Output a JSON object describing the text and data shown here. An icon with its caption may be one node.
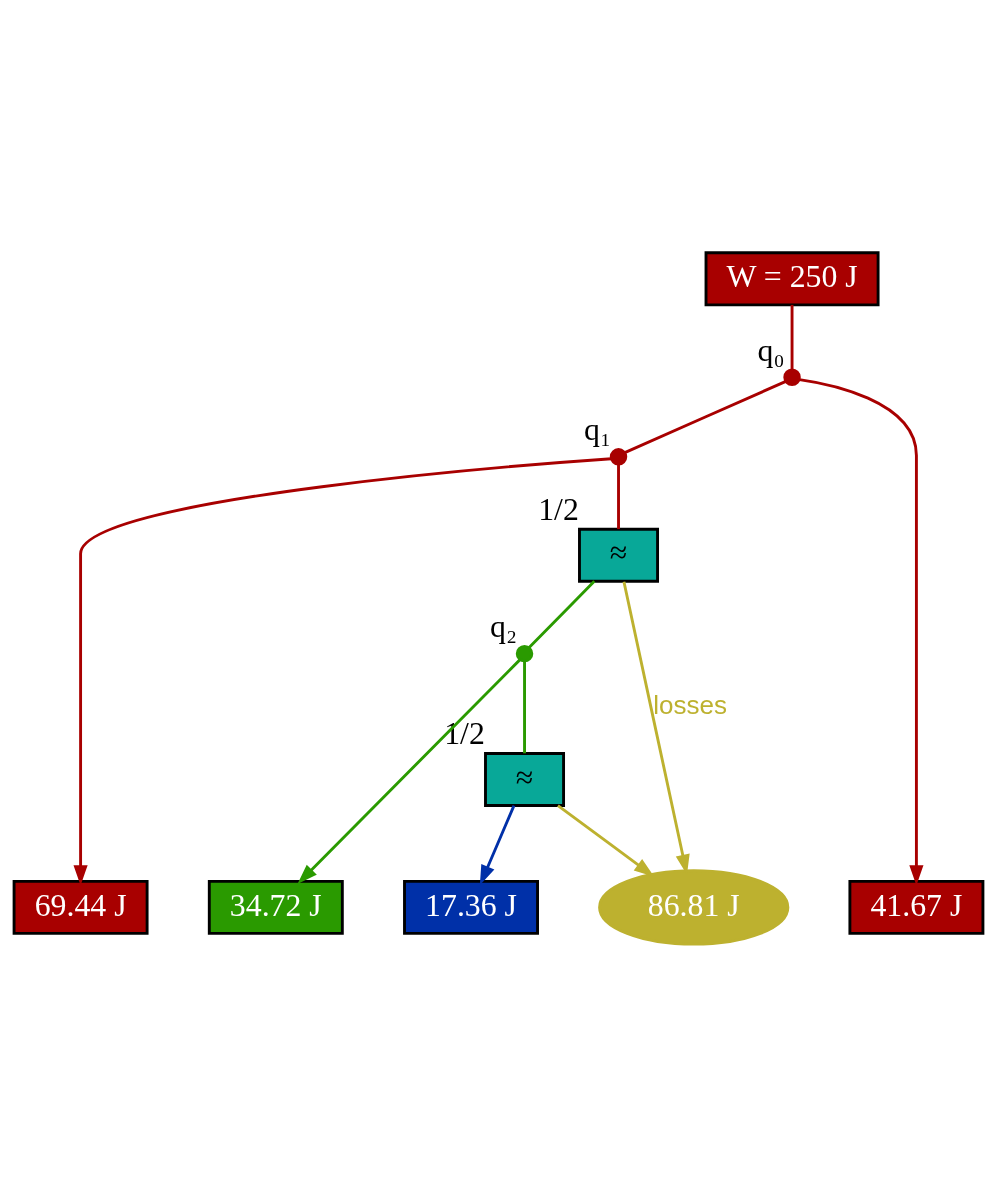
{
  "diagram": {
    "nodes": [
      {
        "text": [
          "W = 250 J"
        ]
      },
      {
        "text": [],
        "shape": "circle",
        "beside": [
          "q₀"
        ]
      },
      {
        "text": [],
        "shape": "circle",
        "beside": [
          "q₁"
        ]
      },
      {
        "text": [
          "≈"
        ],
        "beside": [
          "1/2"
        ]
      },
      {
        "text": [],
        "shape": "circle",
        "beside": [
          "q₂"
        ]
      },
      {
        "text": [
          "≈"
        ],
        "beside": [
          "1/2"
        ]
      },
      {
        "text": [
          "86.81 J"
        ]
      },
      {
        "text": [
          "41.67 J"
        ]
      },
      {
        "text": [
          "69.44 J"
        ]
      },
      {
        "text": [
          "34.72 J"
        ]
      },
      {
        "text": [
          "17.36 J"
        ]
      }
    ],
    "edges": [
      {
        "from": 0,
        "to": 1,
        "arrow": "none"
      },
      {
        "from": 1,
        "to": 7,
        "arrow": "to"
      },
      {
        "from": 1,
        "to": 2,
        "arrow": "none"
      },
      {
        "from": 2,
        "to": 8,
        "arrow": "to"
      },
      {
        "from": 2,
        "to": 3,
        "arrow": "none"
      },
      {
        "from": 3,
        "to": 4,
        "arrow": "none",
        "color": "#2a9a00"
      },
      {
        "from": 4,
        "to": 9,
        "arrow": "to",
        "color": "#2a9a00"
      },
      {
        "from": 4,
        "to": 5,
        "arrow": "none",
        "color": "#2a9a00"
      },
      {
        "from": 5,
        "to": 10,
        "arrow": "to",
        "color": "#0030a8"
      },
      {
        "from": 3,
        "to": 6,
        "arrow": "to",
        "label": "losses",
        "color": "#bdb12f"
      },
      {
        "from": 5,
        "to": 6,
        "arrow": "to",
        "color": "#bdb12f"
      }
    ]
  }
}
